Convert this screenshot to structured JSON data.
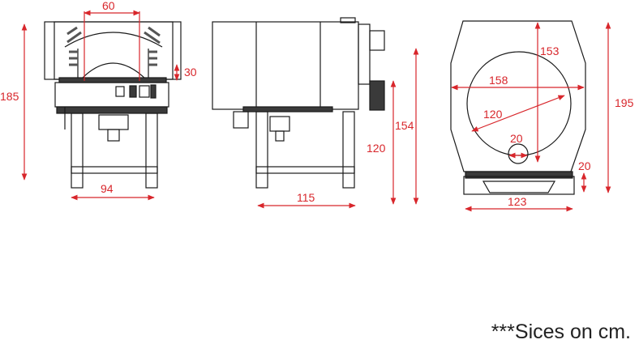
{
  "colors": {
    "dimension": "#d8262b",
    "outline": "#1a1a1a",
    "fill_dark": "#3a3a3a",
    "background": "#ffffff"
  },
  "front_view": {
    "width_top": "60",
    "height_side": "30",
    "total_height": "185",
    "base_width": "94"
  },
  "side_view": {
    "base_width": "115",
    "body_height": "120",
    "total_height": "154"
  },
  "top_view": {
    "dim_153": "153",
    "dim_158": "158",
    "dim_120": "120",
    "dim_20_center": "20",
    "dim_20_side": "20",
    "total_height": "195",
    "base_width": "123"
  },
  "note": "***Sices on cm."
}
